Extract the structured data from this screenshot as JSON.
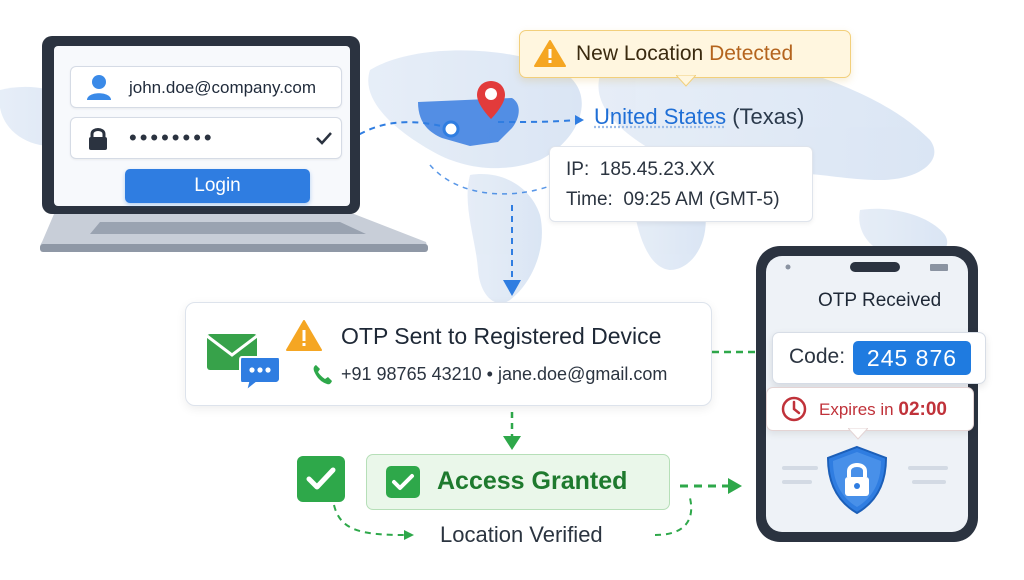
{
  "login": {
    "email": "john.doe@company.com",
    "password_mask": "••••••••",
    "login_label": "Login"
  },
  "alert": {
    "title_part1": "New Location ",
    "title_part2": "Detected"
  },
  "location": {
    "country": "United States",
    "region": "(Texas)",
    "ip_label": "IP:",
    "ip_value": "185.45.23.XX",
    "time_label": "Time:",
    "time_value": "09:25 AM (GMT-5)"
  },
  "otp": {
    "title": "OTP Sent to Registered Device",
    "phone": "+91 98765 43210",
    "separator": "•",
    "email": "jane.doe@gmail.com"
  },
  "phone_screen": {
    "header": "OTP Received",
    "code_label": "Code:",
    "code_value": "245 876",
    "expires_label": "Expires in",
    "expires_value": "02:00"
  },
  "result": {
    "granted": "Access Granted",
    "verified": "Location Verified"
  },
  "colors": {
    "primary_blue": "#2f7de1",
    "alert_orange": "#f5a623",
    "success_green": "#2ea84a",
    "danger_red": "#c0323a",
    "map_blue": "#dbe6f4"
  },
  "icons": [
    "user-icon",
    "lock-icon",
    "checkmark-icon",
    "map-pin-icon",
    "warning-icon",
    "email-icon",
    "chat-icon",
    "phone-icon",
    "clock-icon",
    "shield-lock-icon",
    "check-badge-icon"
  ]
}
